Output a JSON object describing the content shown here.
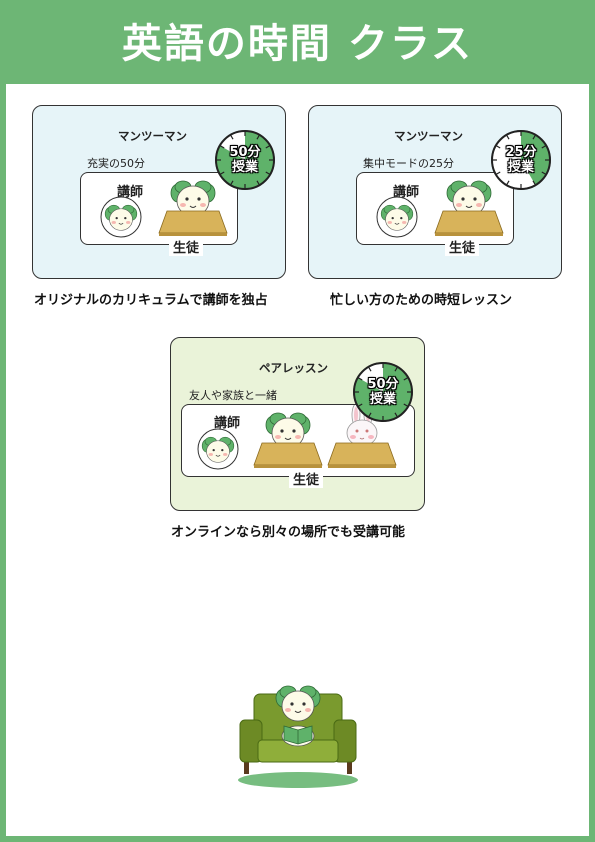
{
  "header": {
    "title": "英語の時間 クラス"
  },
  "cards": [
    {
      "title": "マンツーマン",
      "subtitle": "充実の50分",
      "clock_line1": "50分",
      "clock_line2": "授業",
      "clock_fraction": 0.8333,
      "teacher_label": "講師",
      "student_label": "生徒",
      "caption": "オリジナルのカリキュラムで講師を独占"
    },
    {
      "title": "マンツーマン",
      "subtitle": "集中モードの25分",
      "clock_line1": "25分",
      "clock_line2": "授業",
      "clock_fraction": 0.4167,
      "teacher_label": "講師",
      "student_label": "生徒",
      "caption": "忙しい方のための時短レッスン"
    },
    {
      "title": "ペアレッスン",
      "subtitle": "友人や家族と一緒",
      "clock_line1": "50分",
      "clock_line2": "授業",
      "clock_fraction": 0.8333,
      "teacher_label": "講師",
      "student_label": "生徒",
      "caption": "オンラインなら別々の場所でも受講可能"
    }
  ],
  "colors": {
    "frame_green": "#6db675",
    "clock_green": "#5fb26a",
    "card_blue": "#e6f4f8",
    "card_green": "#eaf3d9",
    "desk": "#d8b35a",
    "sofa": "#7a9a2e"
  }
}
